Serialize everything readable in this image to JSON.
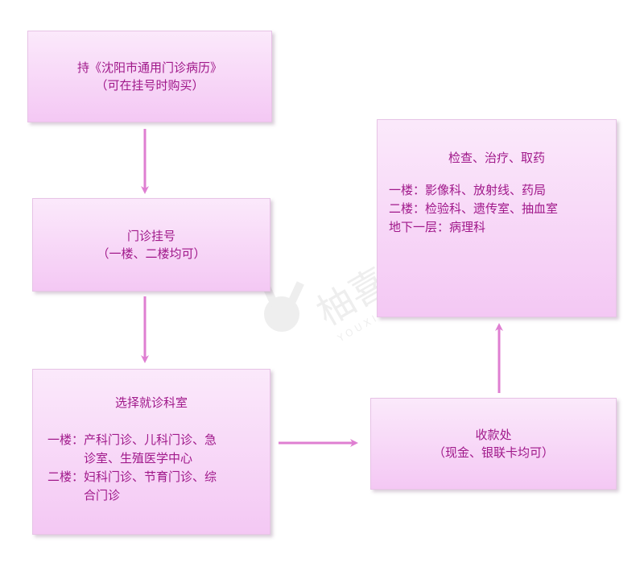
{
  "box_records": {
    "line1": "持《沈阳市通用门诊病历》",
    "line2": "（可在挂号时购买）"
  },
  "box_register": {
    "line1": "门诊挂号",
    "line2": "（一楼、二楼均可）"
  },
  "box_department": {
    "title": "选择就诊科室",
    "floor1_line1": "一楼：产科门诊、儿科门诊、急",
    "floor1_line2": "诊室、生殖医学中心",
    "floor2_line1": "二楼：妇科门诊、节育门诊、综",
    "floor2_line2": "合门诊"
  },
  "box_payment": {
    "line1": "收款处",
    "line2": "（现金、银联卡均可）"
  },
  "box_exam": {
    "title": "检查、治疗、取药",
    "floor1": "一楼：影像科、放射线、药局",
    "floor2": "二楼：检验科、遗传室、抽血室",
    "basement": "地下一层：病理科"
  },
  "watermark": {
    "text": "柚喜",
    "sub": "YOUXI"
  },
  "colors": {
    "text": "#a0188a",
    "arrow": "#df7fd2",
    "box_top": "#fbe9fb",
    "box_bottom": "#f4c8f4"
  }
}
